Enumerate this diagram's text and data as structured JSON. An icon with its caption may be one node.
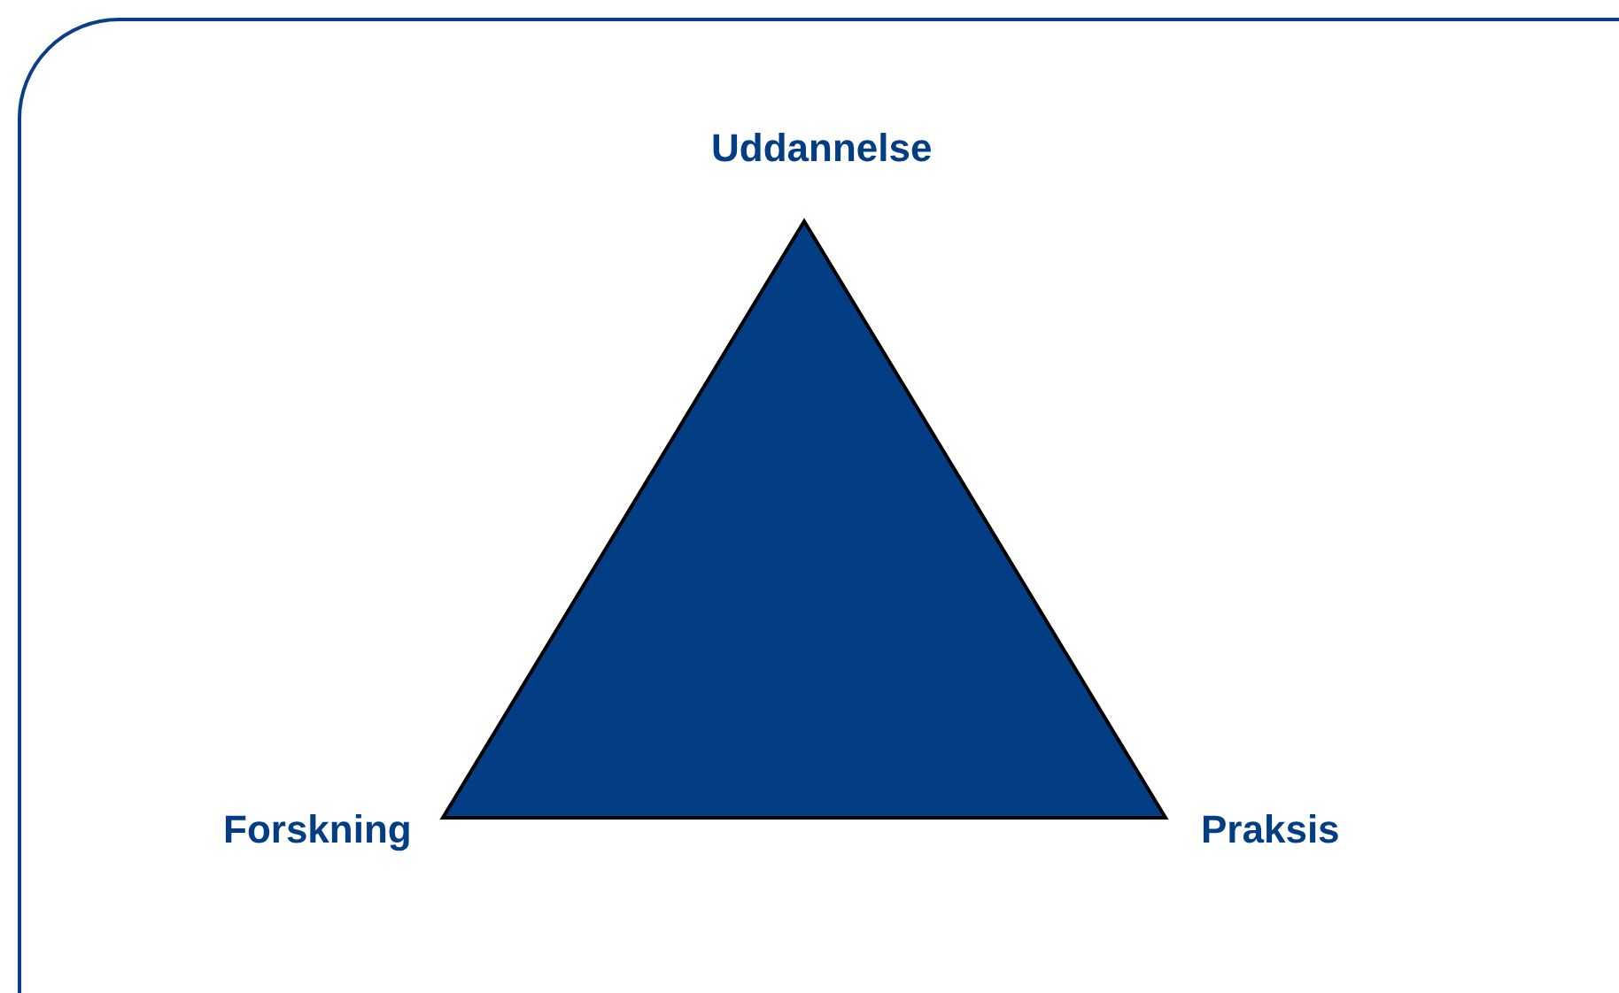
{
  "diagram": {
    "nodes": [
      {
        "text": [],
        "shape": "triangle"
      }
    ],
    "labels": [
      "Uddannelse",
      "Forskning",
      "Praksis"
    ]
  }
}
